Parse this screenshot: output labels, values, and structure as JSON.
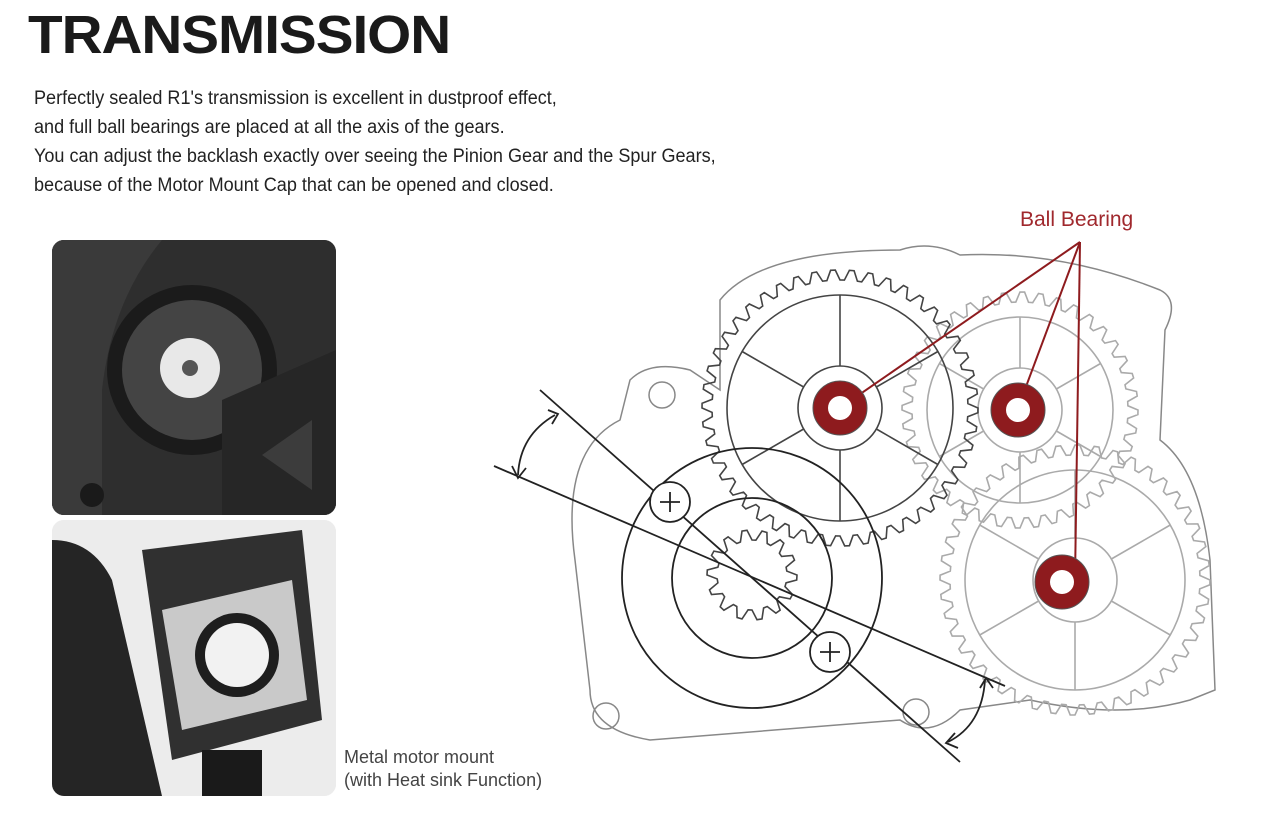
{
  "title": "TRANSMISSION",
  "description": [
    "Perfectly sealed R1's transmission is excellent in dustproof effect,",
    "and full ball bearings are placed at all the axis of the gears.",
    "You can adjust the backlash exactly over seeing the Pinion Gear and the Spur Gears,",
    "because of the Motor Mount Cap that can be opened and closed."
  ],
  "diagram": {
    "label": "Ball Bearing",
    "accent_color": "#8e1b1e"
  },
  "caption": {
    "line1": "Metal motor mount",
    "line2": "(with Heat sink Function)"
  }
}
